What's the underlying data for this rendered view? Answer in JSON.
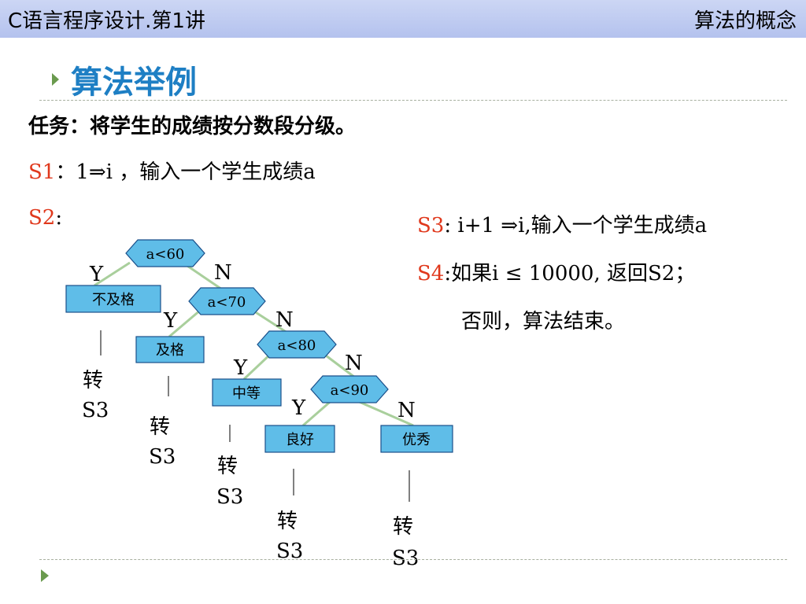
{
  "header": {
    "left": "C语言程序设计.第1讲",
    "right": "算法的概念"
  },
  "title": "算法举例",
  "task": "任务：将学生的成绩按分数段分级。",
  "s1": {
    "label": "S1",
    "text": "：1⇒i ，输入一个学生成绩a"
  },
  "s2": {
    "label": "S2",
    "text": ":"
  },
  "s3": {
    "label": "S3",
    "text": ": i+1 ⇒i,输入一个学生成绩a"
  },
  "s4": {
    "label": "S4",
    "text": ":如果i ≤ 10000, 返回S2；"
  },
  "s4_else": "否则，算法结束。",
  "flowchart": {
    "conditions": [
      "a<60",
      "a<70",
      "a<80",
      "a<90"
    ],
    "results": [
      "不及格",
      "及格",
      "中等",
      "良好",
      "优秀"
    ],
    "yes": "Y",
    "no": "N",
    "goto_char": "转",
    "goto_target": "S3",
    "colors": {
      "diamond": "#5fbde8",
      "box": "#5fbde8",
      "edge": "#a9cf9c"
    }
  }
}
